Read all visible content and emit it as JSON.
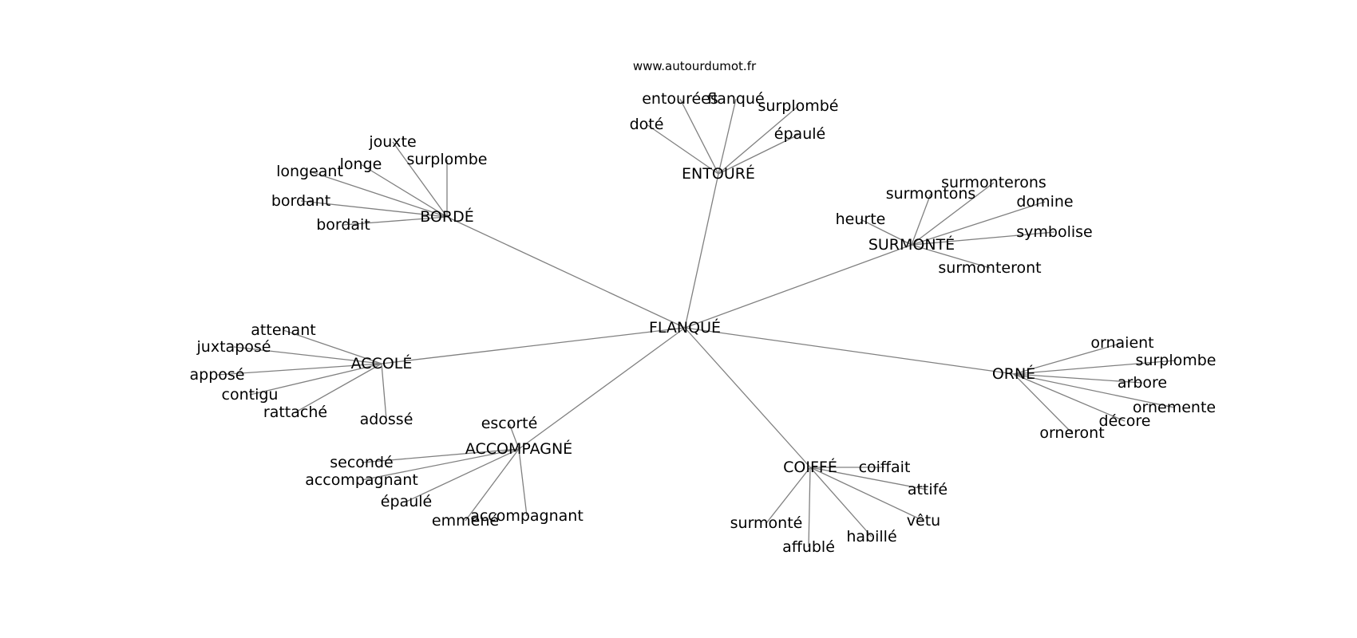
{
  "source": "www.autourdumot.fr",
  "center": "FLANQUÉ",
  "clusters": [
    {
      "id": "borde",
      "word": "BORDÉ",
      "leaves": [
        "jouxte",
        "longe",
        "surplombe",
        "longeant",
        "bordant",
        "bordait"
      ]
    },
    {
      "id": "entoure",
      "word": "ENTOURÉ",
      "leaves": [
        "entourées",
        "flanqué",
        "surplombé",
        "doté",
        "épaulé"
      ]
    },
    {
      "id": "surmonte",
      "word": "SURMONTÉ",
      "leaves": [
        "surmonterons",
        "surmontons",
        "domine",
        "heurte",
        "symbolise",
        "surmonteront"
      ]
    },
    {
      "id": "accole",
      "word": "ACCOLÉ",
      "leaves": [
        "attenant",
        "juxtaposé",
        "apposé",
        "contigu",
        "rattaché",
        "adossé"
      ]
    },
    {
      "id": "orne",
      "word": "ORNÉ",
      "leaves": [
        "ornaient",
        "surplombe",
        "arbore",
        "ornemente",
        "décore",
        "orneront"
      ]
    },
    {
      "id": "accompagne",
      "word": "ACCOMPAGNÉ",
      "leaves": [
        "escorté",
        "secondé",
        "accompagnant",
        "épaulé",
        "emmené",
        "accompagnant"
      ]
    },
    {
      "id": "coiffe",
      "word": "COIFFÉ",
      "leaves": [
        "coiffait",
        "attifé",
        "vêtu",
        "surmonté",
        "habillé",
        "affublé"
      ]
    }
  ]
}
